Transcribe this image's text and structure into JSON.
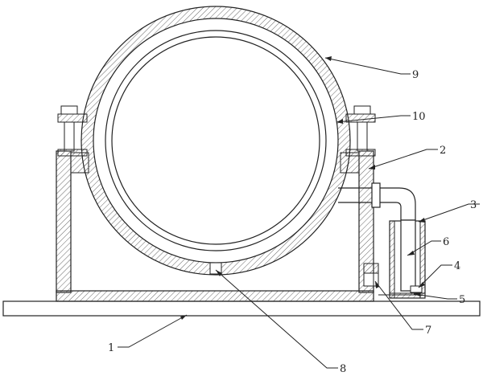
{
  "labels": {
    "l1": "1",
    "l2": "2",
    "l3": "3",
    "l4": "4",
    "l5": "5",
    "l6": "6",
    "l7": "7",
    "l8": "8",
    "l9": "9",
    "l10": "10"
  },
  "colors": {
    "line": "#222222",
    "hatch": "#555555",
    "background": "#ffffff"
  }
}
